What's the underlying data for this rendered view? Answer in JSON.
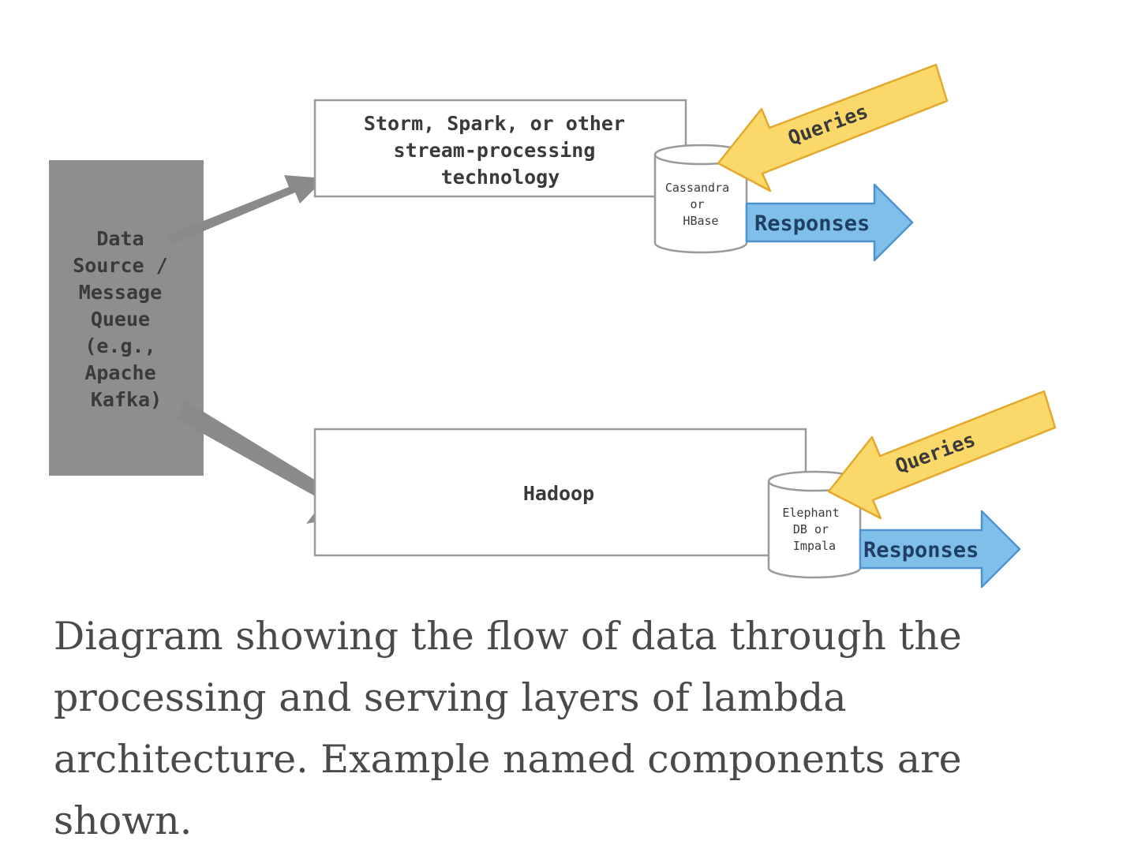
{
  "diagram": {
    "source": {
      "lines": [
        "Data",
        "Source /",
        "Message",
        "Queue",
        "(e.g.,",
        "Apache",
        "Kafka)"
      ]
    },
    "stream": {
      "lines": [
        "Storm, Spark, or other",
        "stream-processing",
        "technology"
      ]
    },
    "batch": {
      "label": "Hadoop"
    },
    "speed_db": {
      "lines": [
        "Cassandra",
        "or",
        "HBase"
      ]
    },
    "batch_db": {
      "lines": [
        "Elephant",
        "DB or",
        "Impala"
      ]
    },
    "queries_label": "Queries",
    "responses_label": "Responses",
    "colors": {
      "source_fill": "#8e8e8e",
      "flow_arrow": "#8a8a8a",
      "queries_fill": "#fbd86a",
      "queries_stroke": "#e3a92c",
      "responses_fill": "#7fbfea",
      "responses_stroke": "#4c93cf"
    }
  },
  "caption": "Diagram showing the flow of data through the processing and serving layers of lambda architecture. Example named components are shown."
}
